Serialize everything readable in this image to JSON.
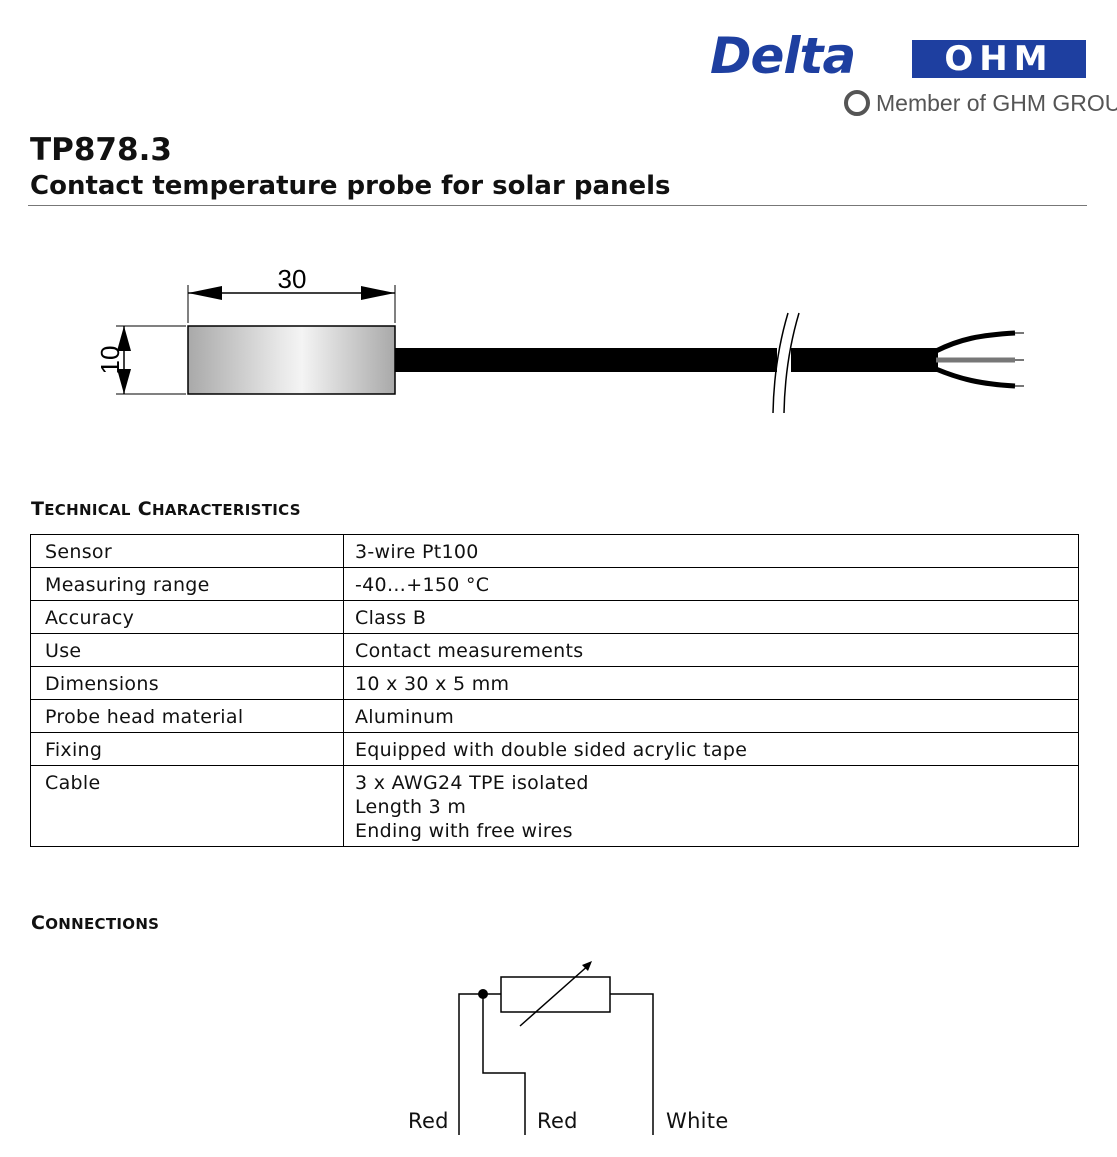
{
  "brand": {
    "logo_word": "Delta",
    "logo_suffix": "OHM",
    "member_text": "Member of GHM GROUP",
    "primary_color": "#1e3fa0",
    "secondary_color": "#555555"
  },
  "product": {
    "code": "TP878.3",
    "title": "Contact temperature probe for solar panels"
  },
  "drawing": {
    "dim_width": "30",
    "dim_height": "10"
  },
  "tech": {
    "heading": "Technical characteristics",
    "rows": [
      {
        "label": "Sensor",
        "value": [
          "3-wire Pt100"
        ]
      },
      {
        "label": "Measuring range",
        "value": [
          "-40…+150 °C"
        ]
      },
      {
        "label": "Accuracy",
        "value": [
          "Class B"
        ]
      },
      {
        "label": "Use",
        "value": [
          "Contact measurements"
        ]
      },
      {
        "label": "Dimensions",
        "value": [
          "10 x 30 x 5 mm"
        ]
      },
      {
        "label": "Probe head material",
        "value": [
          "Aluminum"
        ]
      },
      {
        "label": "Fixing",
        "value": [
          "Equipped with double sided acrylic tape"
        ]
      },
      {
        "label": "Cable",
        "value": [
          "3 x AWG24 TPE isolated",
          "Length 3 m",
          "Ending with free wires"
        ]
      }
    ]
  },
  "connections": {
    "heading": "Connections",
    "wires": [
      "Red",
      "Red",
      "White"
    ]
  }
}
